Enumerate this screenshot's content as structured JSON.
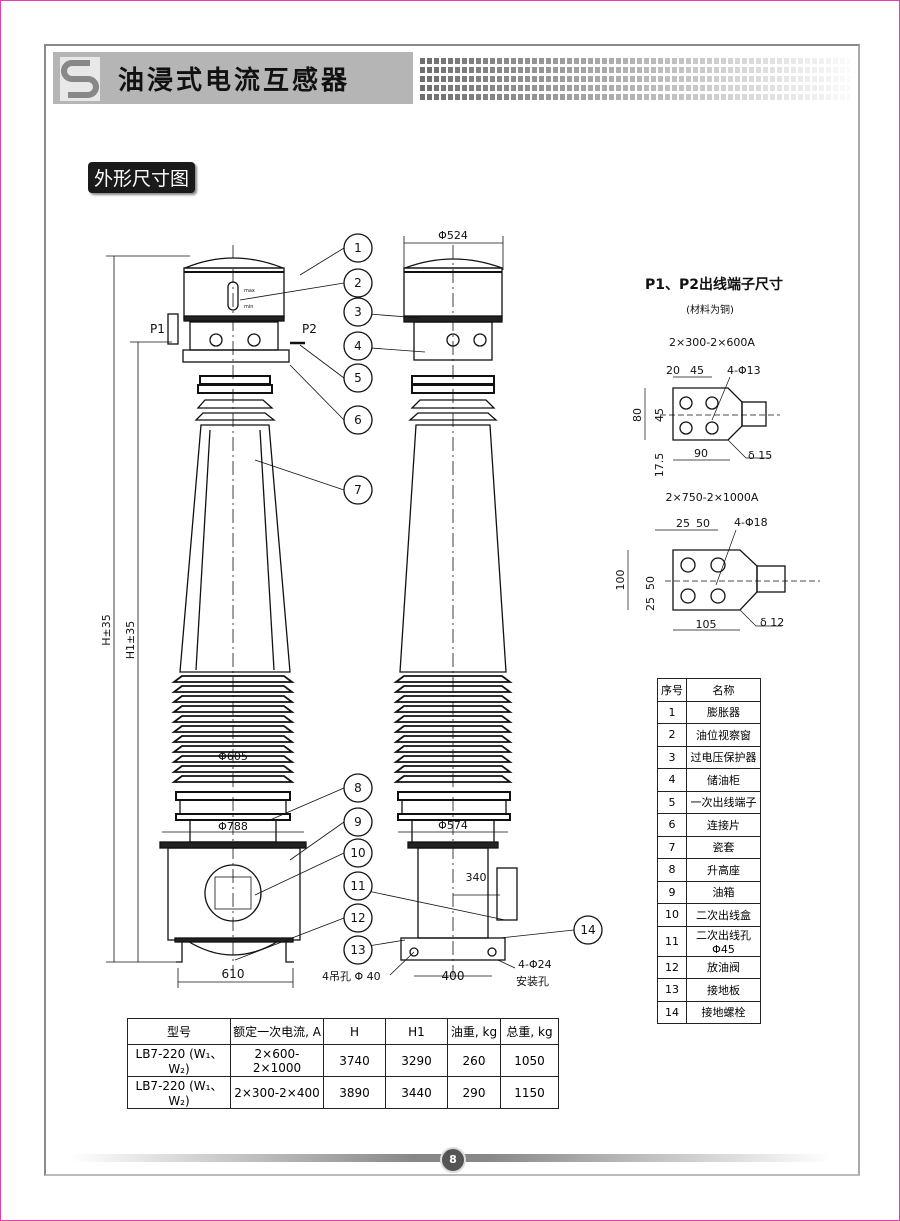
{
  "header": {
    "title": "油浸式电流互感器",
    "section_label": "外形尺寸图"
  },
  "drawing": {
    "left_view": {
      "h_dim": "H±35",
      "h1_dim": "H1±35",
      "p1": "P1",
      "p2": "P2",
      "phi605": "Φ605",
      "phi788": "Φ788",
      "dim610": "610"
    },
    "right_view": {
      "phi524": "Φ524",
      "phi574": "Φ574",
      "dim340": "340",
      "dim400": "400",
      "lift_holes": "4吊孔 Φ 40",
      "mount_holes": "4-Φ24",
      "mount_holes_label": "安装孔"
    },
    "callouts": [
      "1",
      "2",
      "3",
      "4",
      "5",
      "6",
      "7",
      "8",
      "9",
      "10",
      "11",
      "12",
      "13",
      "14"
    ],
    "gauge": {
      "max": "max",
      "min": "min"
    }
  },
  "terminals": {
    "title": "P1、P2出线端子尺寸",
    "subtitle": "(材料为铜)",
    "small": {
      "label": "2×300-2×600A",
      "d20": "20",
      "d45a": "45",
      "holes": "4-Φ13",
      "d80": "80",
      "d45b": "45",
      "d17": "17.5",
      "d90": "90",
      "thick": "δ 15"
    },
    "large": {
      "label": "2×750-2×1000A",
      "d25a": "25",
      "d50a": "50",
      "holes": "4-Φ18",
      "d100": "100",
      "d50b": "50",
      "d25b": "25",
      "d105": "105",
      "thick": "δ 12"
    }
  },
  "parts_table": {
    "headers": [
      "序号",
      "名称"
    ],
    "rows": [
      [
        "1",
        "膨胀器"
      ],
      [
        "2",
        "油位视察窗"
      ],
      [
        "3",
        "过电压保护器"
      ],
      [
        "4",
        "储油柜"
      ],
      [
        "5",
        "一次出线端子"
      ],
      [
        "6",
        "连接片"
      ],
      [
        "7",
        "瓷套"
      ],
      [
        "8",
        "升高座"
      ],
      [
        "9",
        "油箱"
      ],
      [
        "10",
        "二次出线盒"
      ],
      [
        "11",
        "二次出线孔Φ45"
      ],
      [
        "12",
        "放油阀"
      ],
      [
        "13",
        "接地板"
      ],
      [
        "14",
        "接地螺栓"
      ]
    ]
  },
  "spec_table": {
    "headers": [
      "型号",
      "额定一次电流, A",
      "H",
      "H1",
      "油重, kg",
      "总重, kg"
    ],
    "rows": [
      [
        "LB7-220 (W₁、W₂)",
        "2×600-2×1000",
        "3740",
        "3290",
        "260",
        "1050"
      ],
      [
        "LB7-220 (W₁、W₂)",
        "2×300-2×400",
        "3890",
        "3440",
        "290",
        "1150"
      ]
    ]
  },
  "footer": {
    "page": "8"
  }
}
